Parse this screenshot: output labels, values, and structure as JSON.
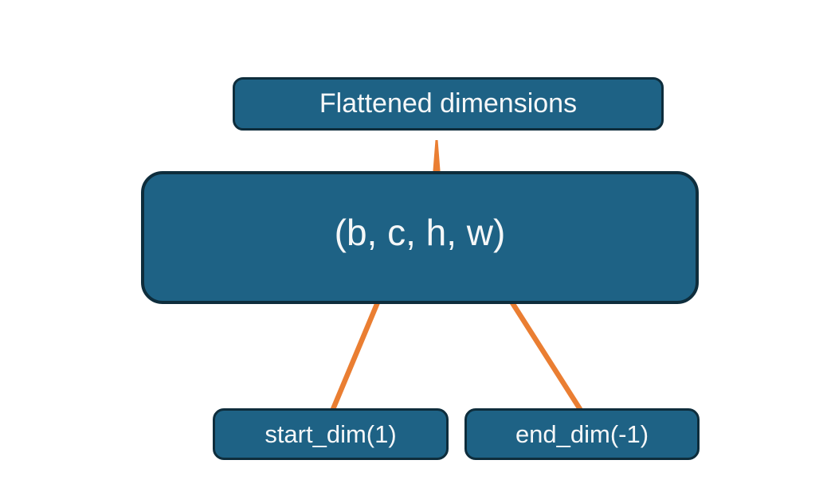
{
  "diagram": {
    "nodes": {
      "flattened": {
        "label": "Flattened dimensions"
      },
      "shape": {
        "label": "(b, c, h, w)"
      },
      "start_dim": {
        "label": "start_dim(1)"
      },
      "end_dim": {
        "label": "end_dim(-1)"
      }
    },
    "connectors": [
      {
        "id": "brace",
        "type": "curly-brace",
        "from": "flattened",
        "to": "shape",
        "spans": "c, h, w"
      },
      {
        "id": "start-arrow",
        "type": "arrow",
        "from": "start_dim",
        "to": "shape",
        "points_at": "c"
      },
      {
        "id": "end-arrow",
        "type": "arrow",
        "from": "end_dim",
        "to": "shape",
        "points_at": "w"
      }
    ],
    "colors": {
      "node_fill": "#1e6285",
      "node_border": "#0e2d3c",
      "connector": "#ea7e32",
      "label_text": "#f5f7f8",
      "background": "#ffffff"
    }
  }
}
